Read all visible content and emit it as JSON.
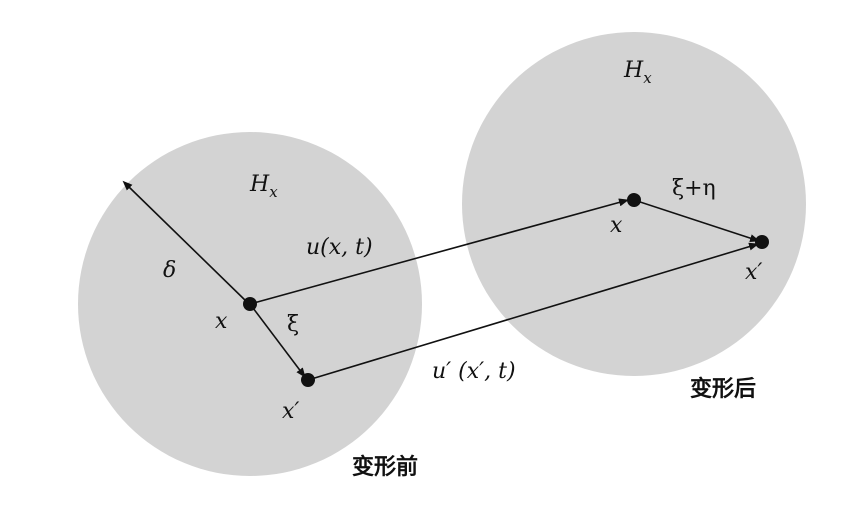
{
  "labels": {
    "before_neighborhood": "H",
    "before_neighborhood_sub": "x",
    "after_neighborhood": "H",
    "after_neighborhood_sub": "x",
    "horizon_radius": "δ",
    "point_x_before": "x",
    "point_x_prime_before": "x′",
    "bond": "ξ",
    "displacement_x": "u(x, t)",
    "displacement_x_prime": "u′ (x′, t)",
    "point_x_after": "x",
    "point_x_prime_after": "x′",
    "deformed_bond": "ξ+η",
    "before_caption": "变形前",
    "after_caption": "变形后"
  },
  "colors": {
    "region_fill": "#d3d3d3",
    "ink": "#111111"
  }
}
